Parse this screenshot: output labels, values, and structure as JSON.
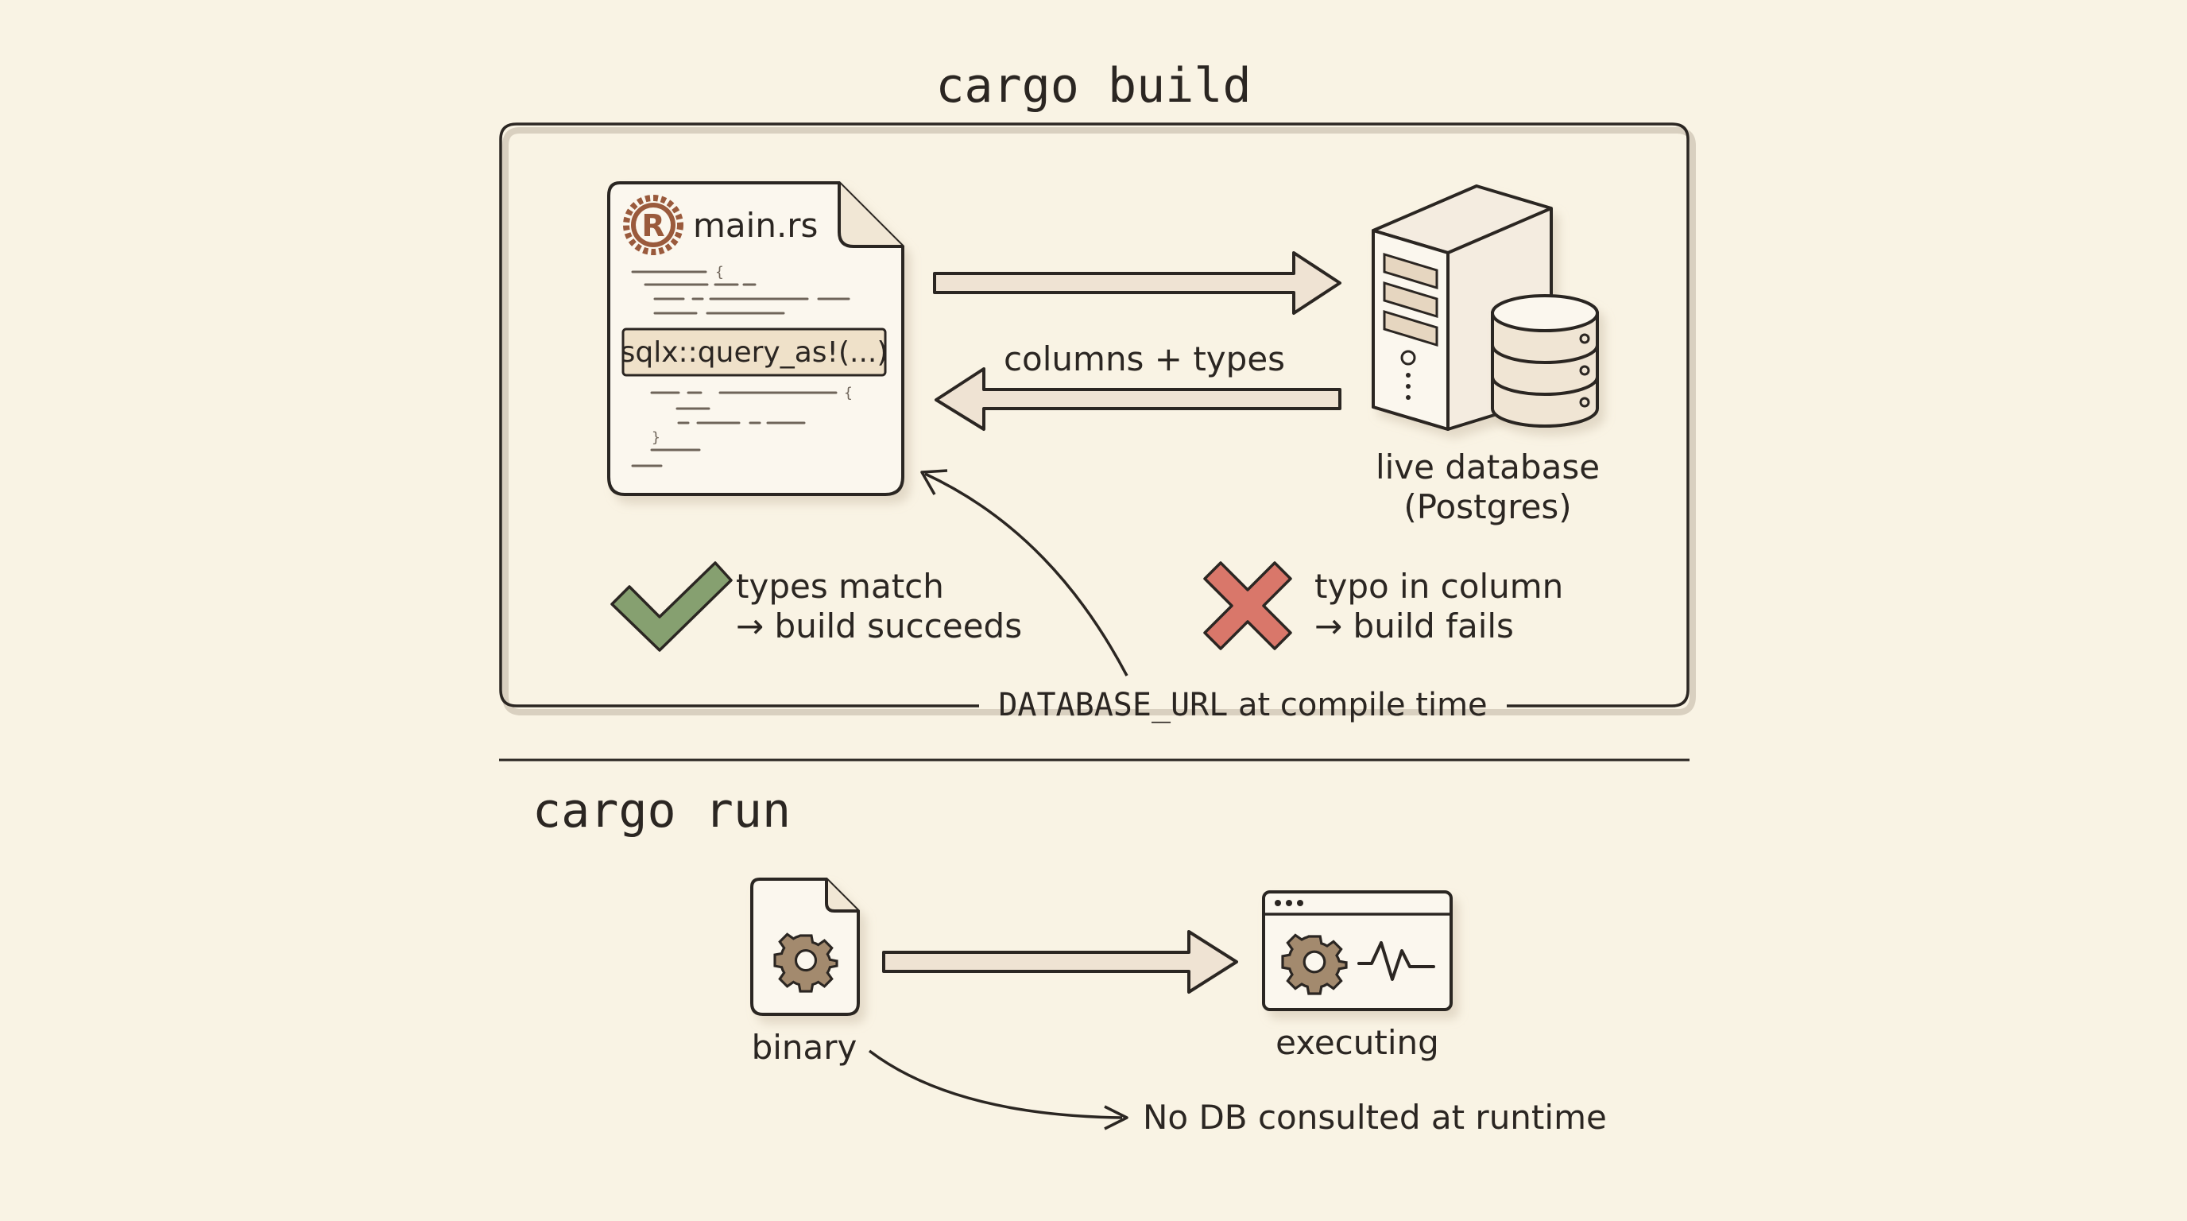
{
  "build": {
    "heading": "cargo build",
    "source_file": "main.rs",
    "macro_call": "sqlx::query_as!(...)",
    "return_label": "columns + types",
    "database_label_line1": "live database",
    "database_label_line2": "(Postgres)",
    "success_line1": "types match",
    "success_line2": "→ build succeeds",
    "failure_line1": "typo in column",
    "failure_line2": "→ build fails",
    "env_var": "DATABASE_URL",
    "env_suffix": " at compile time"
  },
  "run": {
    "heading": "cargo run",
    "binary_label": "binary",
    "executing_label": "executing",
    "note": "No DB consulted at runtime"
  },
  "colors": {
    "background": "#f9f3e4",
    "ink": "#2b2622",
    "arrow_fill": "#efe3d3",
    "success": "#86a070",
    "failure": "#d9776a",
    "rust_logo": "#9a5a3c",
    "gear": "#a38a6e"
  },
  "icons": {
    "source": "rust-file-icon",
    "database": "server-database-icon",
    "success": "checkmark-icon",
    "failure": "cross-icon",
    "binary": "gear-file-icon",
    "executing": "gear-window-icon"
  }
}
